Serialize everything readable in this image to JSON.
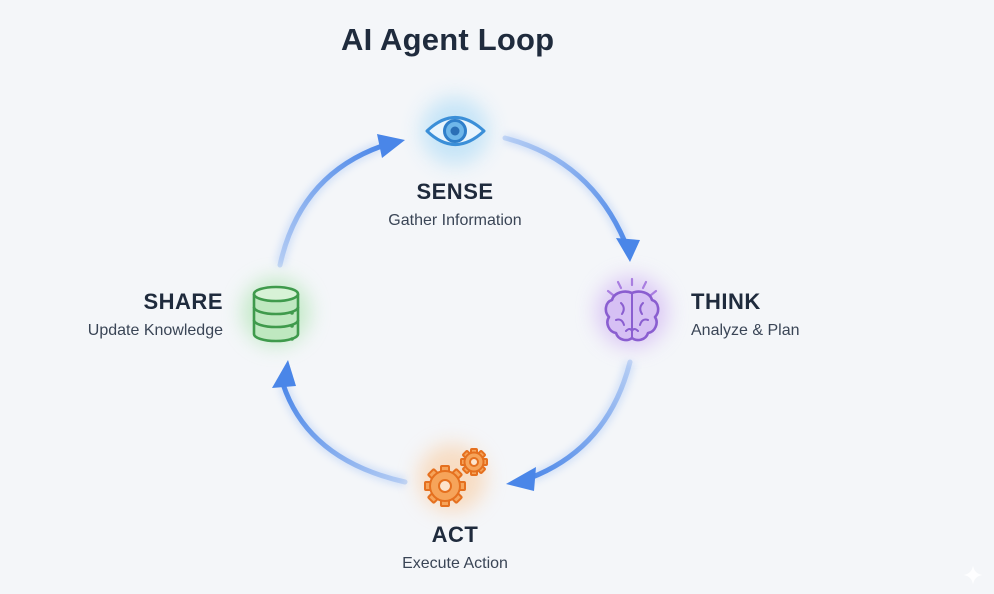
{
  "title": "AI Agent Loop",
  "nodes": {
    "sense": {
      "title": "SENSE",
      "subtitle": "Gather Information",
      "icon": "eye-icon",
      "color": "#3b8fd8"
    },
    "think": {
      "title": "THINK",
      "subtitle": "Analyze & Plan",
      "icon": "brain-icon",
      "color": "#9b6cd6"
    },
    "act": {
      "title": "ACT",
      "subtitle": "Execute Action",
      "icon": "gears-icon",
      "color": "#ef7d2c"
    },
    "share": {
      "title": "SHARE",
      "subtitle": "Update Knowledge",
      "icon": "database-icon",
      "color": "#4ea75a"
    }
  },
  "flow": [
    "SENSE",
    "THINK",
    "ACT",
    "SHARE"
  ],
  "arrow_color": "#4a86e8"
}
